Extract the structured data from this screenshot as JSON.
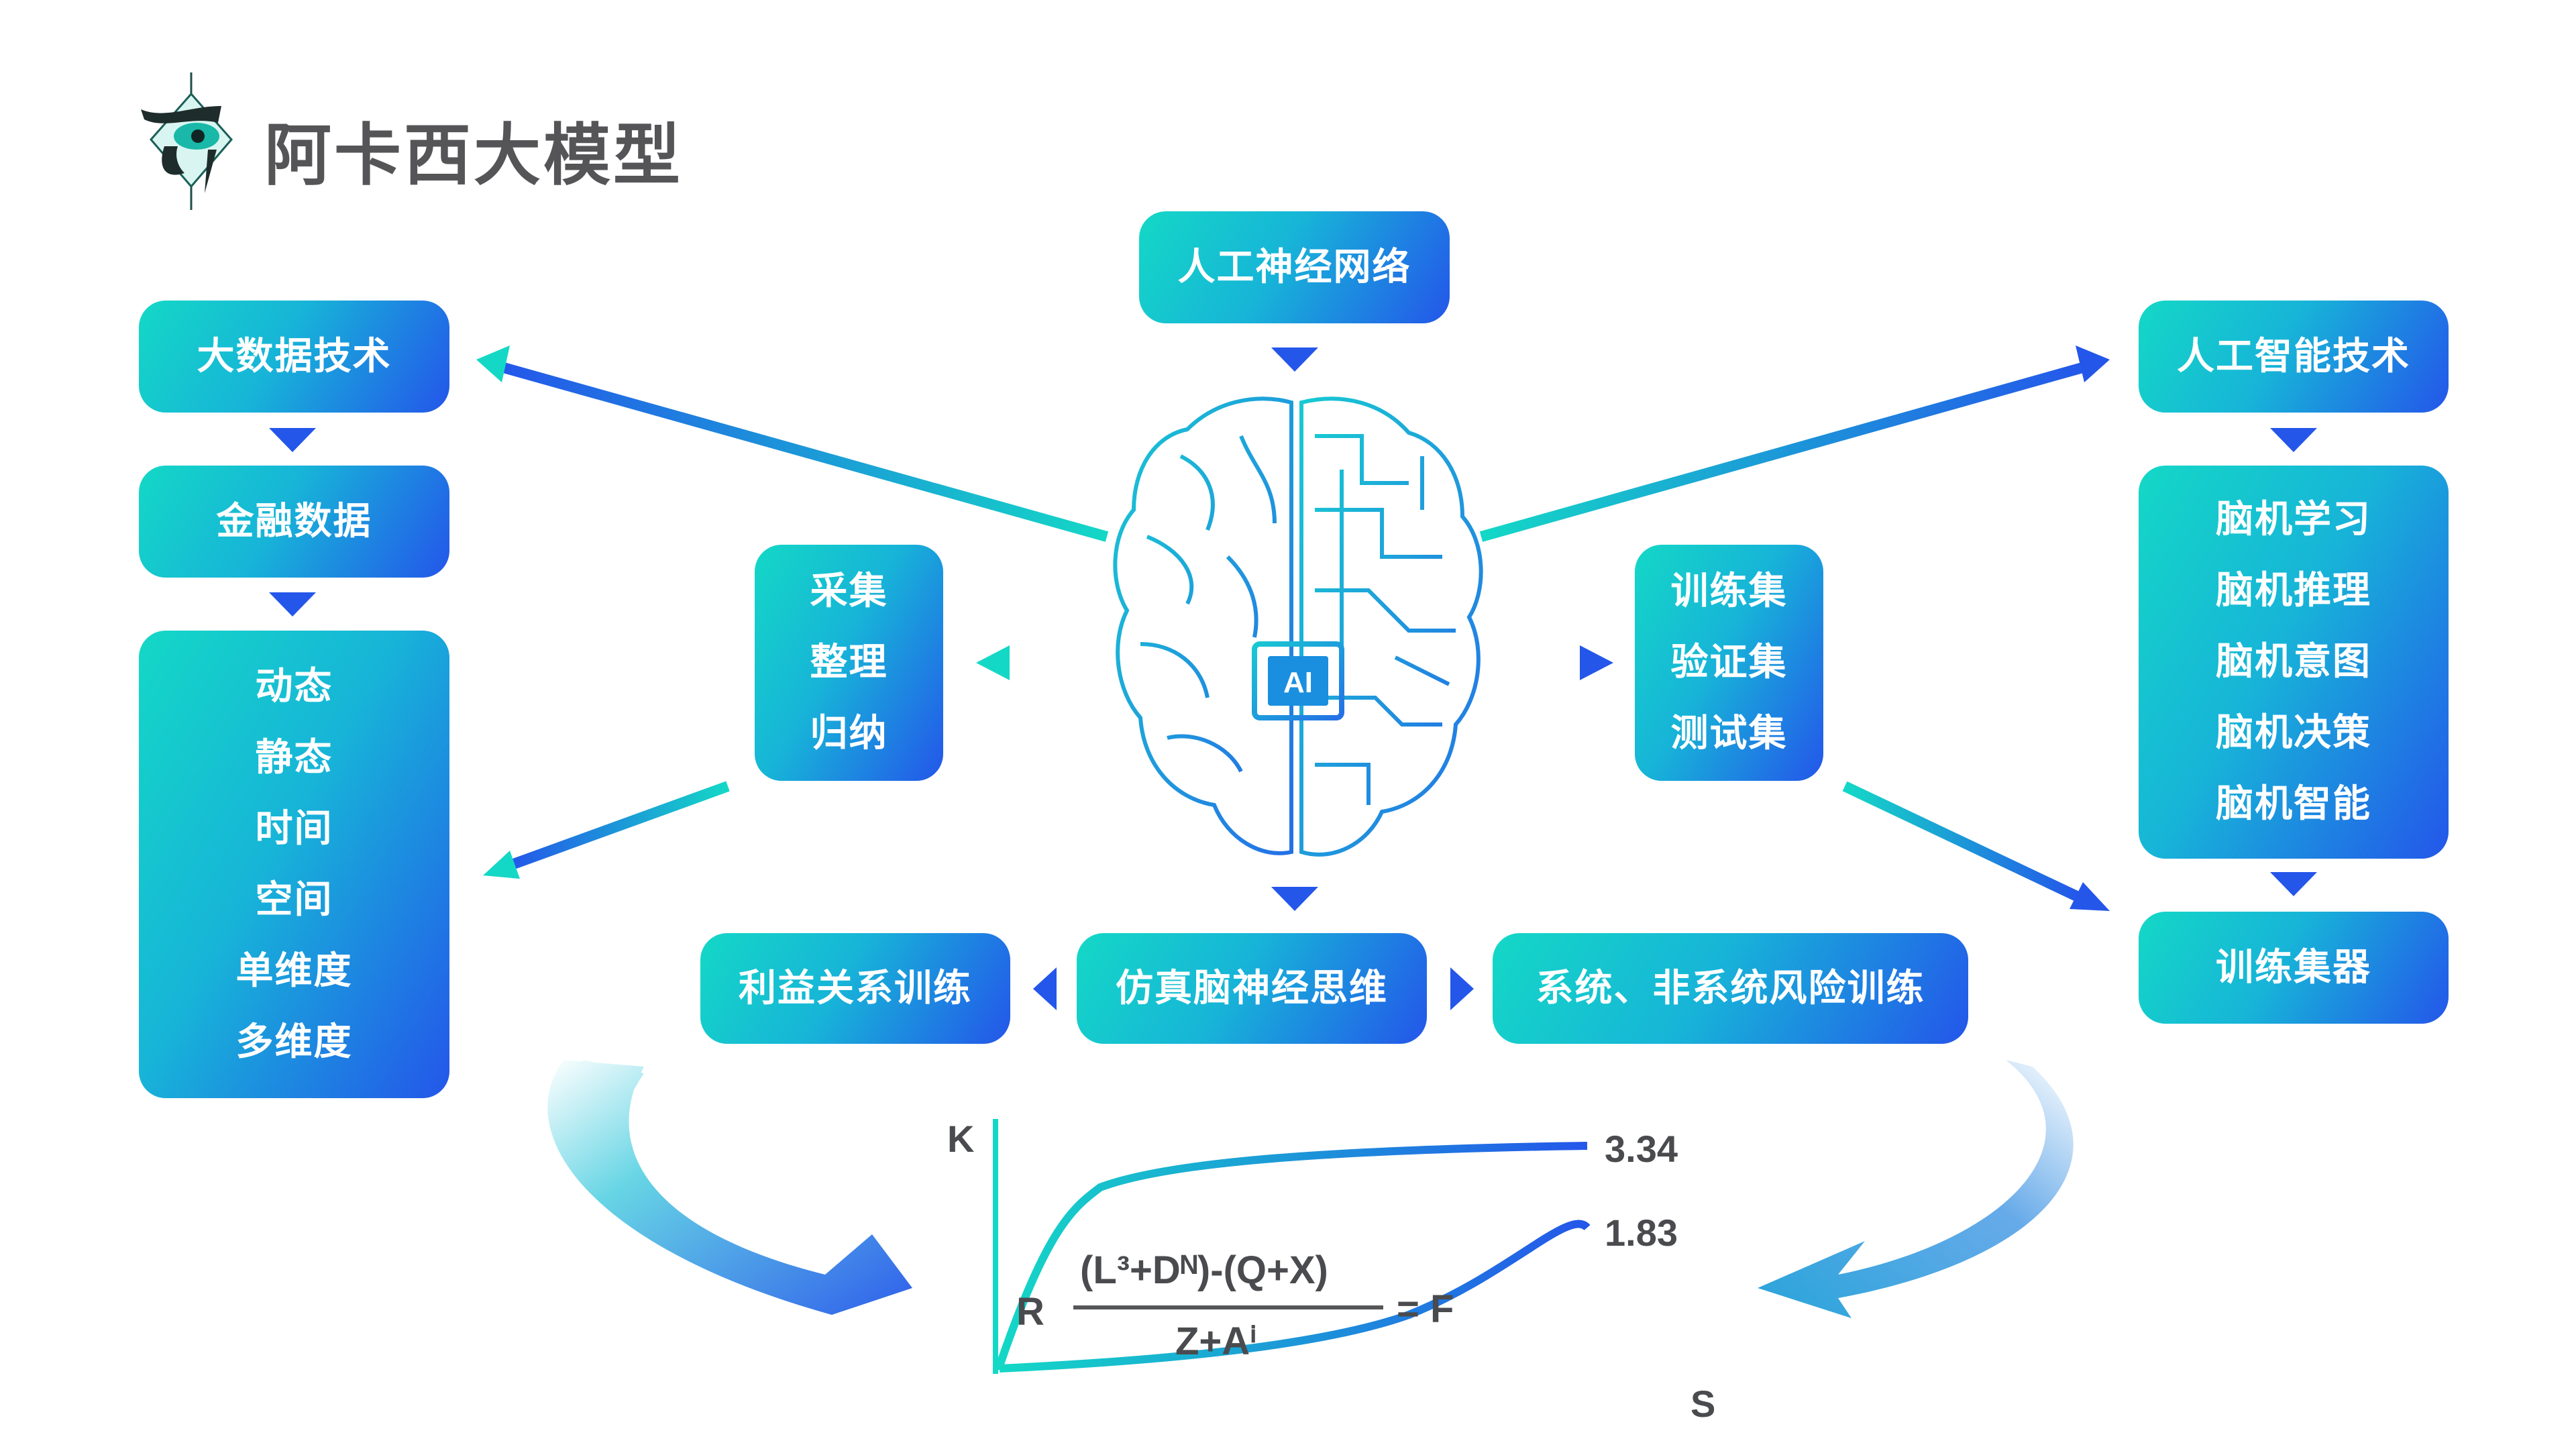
{
  "title": "阿卡西大模型",
  "colors": {
    "teal": "#14d8c6",
    "blue": "#2456ea",
    "text": "#555558"
  },
  "center_top": "人工神经网络",
  "left": {
    "top": "大数据技术",
    "middle": "金融数据",
    "list": [
      "动态",
      "静态",
      "时间",
      "空间",
      "单维度",
      "多维度"
    ]
  },
  "right": {
    "top": "人工智能技术",
    "list": [
      "脑机学习",
      "脑机推理",
      "脑机意图",
      "脑机决策",
      "脑机智能"
    ],
    "bottom": "训练集器"
  },
  "inner_left": [
    "采集",
    "整理",
    "归纳"
  ],
  "inner_right": [
    "训练集",
    "验证集",
    "测试集"
  ],
  "brain_chip_label": "AI",
  "bottom_row": {
    "left": "利益关系训练",
    "center": "仿真脑神经思维",
    "right": "系统、非系统风险训练"
  },
  "chart_data": {
    "type": "line",
    "xlabel": "S",
    "ylabel": "K",
    "series": [
      {
        "name": "upper",
        "end_label": "3.34",
        "end_value": 3.34
      },
      {
        "name": "lower",
        "end_label": "1.83",
        "end_value": 1.83
      }
    ],
    "formula": {
      "prefix": "R",
      "numerator": "(L³+Dᴺ)-(Q+X)",
      "denominator": "Z+Aⁱ",
      "suffix": "= F"
    }
  }
}
